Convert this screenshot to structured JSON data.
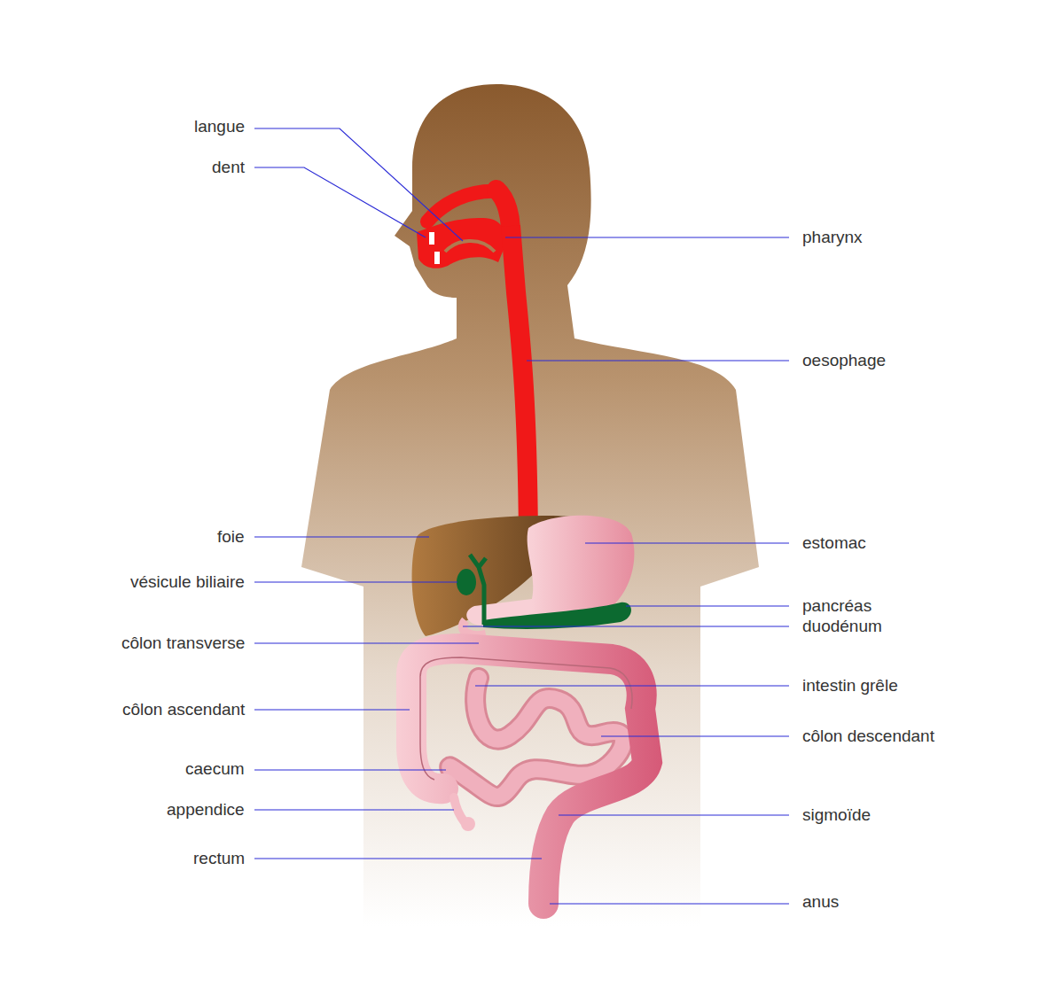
{
  "diagram": {
    "labels": [
      "langue",
      "dent",
      "pharynx",
      "oesophage",
      "foie",
      "estomac",
      "vésicule biliaire",
      "pancréas",
      "duodénum",
      "côlon transverse",
      "intestin grêle",
      "côlon ascendant",
      "côlon descendant",
      "caecum",
      "appendice",
      "sigmoïde",
      "rectum",
      "anus"
    ]
  }
}
